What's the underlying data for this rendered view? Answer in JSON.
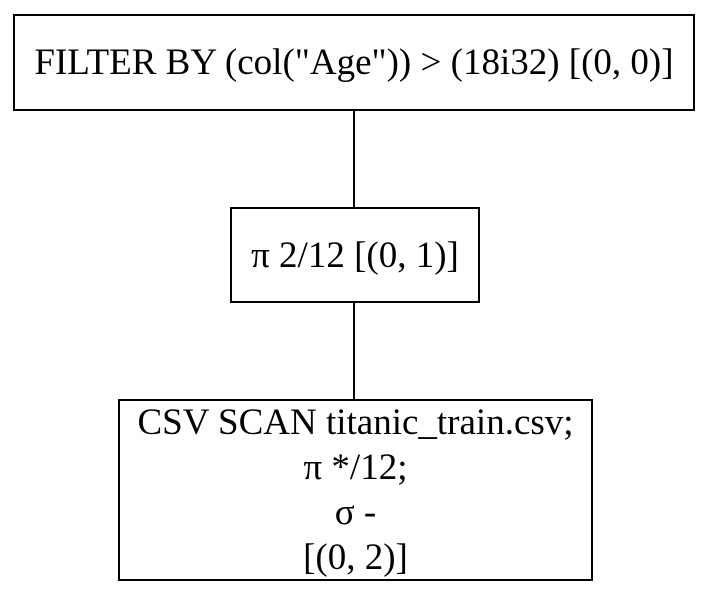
{
  "diagram": {
    "kind": "query-plan-tree",
    "background_color": "#ffffff",
    "node_border_color": "#000000",
    "node_fill_color": "#ffffff",
    "edge_color": "#000000",
    "text_color": "#000000",
    "nodes": [
      {
        "id": "filter",
        "label": "FILTER BY (col(\"Age\")) > (18i32) [(0, 0)]"
      },
      {
        "id": "projection",
        "label": "π 2/12 [(0, 1)]"
      },
      {
        "id": "csv-scan",
        "lines": [
          "CSV SCAN titanic_train.csv;",
          "π */12;",
          "σ -",
          "[(0, 2)]"
        ]
      }
    ],
    "edges": [
      {
        "from": "filter",
        "to": "projection"
      },
      {
        "from": "projection",
        "to": "csv-scan"
      }
    ]
  }
}
